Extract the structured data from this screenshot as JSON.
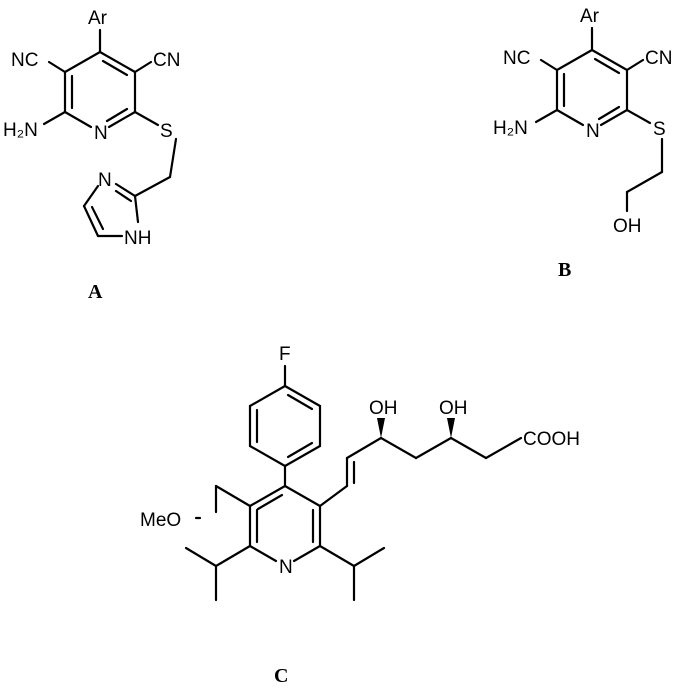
{
  "structures": {
    "A": {
      "caption": "A",
      "labels": {
        "ar": "Ar",
        "cn_left": "NC",
        "cn_right": "CN",
        "nh2": "H₂N",
        "n_ring": "N",
        "s": "S",
        "n_imid": "N",
        "nh_imid": "NH"
      }
    },
    "B": {
      "caption": "B",
      "labels": {
        "ar": "Ar",
        "cn_left": "NC",
        "cn_right": "CN",
        "nh2": "H₂N",
        "n_ring": "N",
        "s": "S",
        "oh": "OH"
      }
    },
    "C": {
      "caption": "C",
      "labels": {
        "f": "F",
        "oh_1": "OH",
        "oh_2": "OH",
        "cooh": "COOH",
        "meo": "MeO",
        "n_ring": "N"
      }
    }
  }
}
